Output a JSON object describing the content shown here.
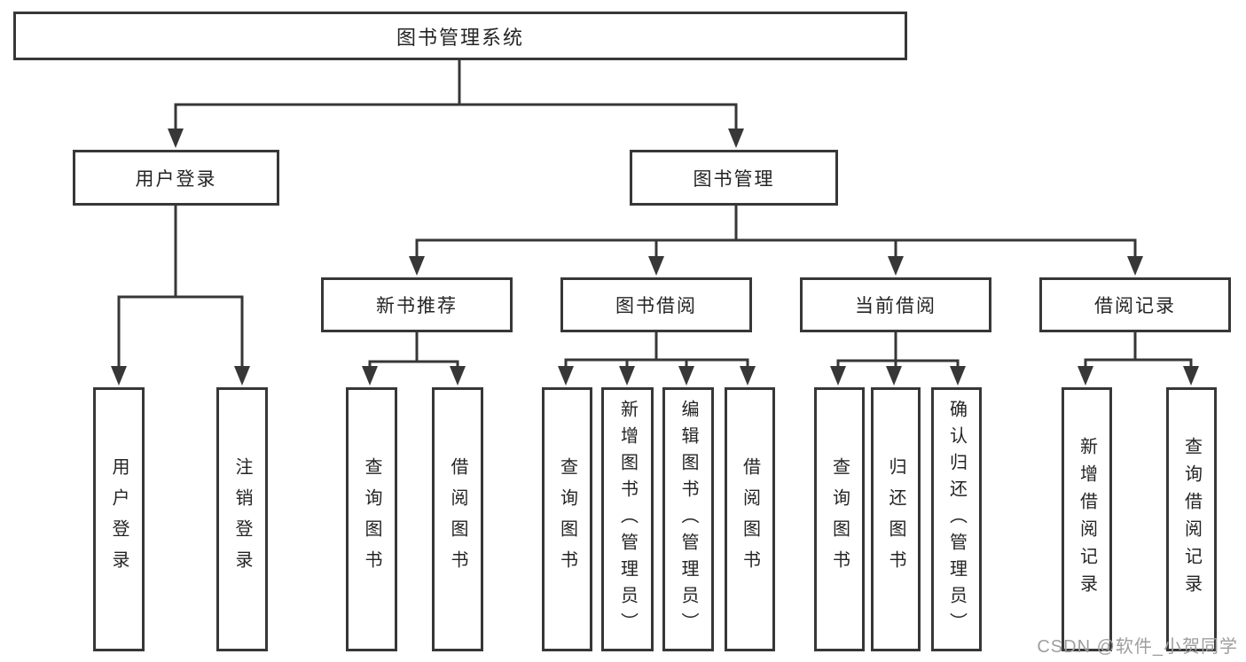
{
  "colors": {
    "line": "#373737",
    "node_border": "#373737",
    "node_text": "#242424",
    "watermark_text": "#9e9e9e",
    "background": "#ffffff"
  },
  "tree": {
    "root": {
      "label": "图书管理系统"
    },
    "children": [
      {
        "label": "用户登录",
        "children": [
          {
            "label": "用户登录"
          },
          {
            "label": "注销登录"
          }
        ]
      },
      {
        "label": "图书管理",
        "children": [
          {
            "label": "新书推荐",
            "children": [
              {
                "label": "查询图书"
              },
              {
                "label": "借阅图书"
              }
            ]
          },
          {
            "label": "图书借阅",
            "children": [
              {
                "label": "查询图书"
              },
              {
                "label": "新增图书（管理员）"
              },
              {
                "label": "编辑图书（管理员）"
              },
              {
                "label": "借阅图书"
              }
            ]
          },
          {
            "label": "当前借阅",
            "children": [
              {
                "label": "查询图书"
              },
              {
                "label": "归还图书"
              },
              {
                "label": "确认归还（管理员）"
              }
            ]
          },
          {
            "label": "借阅记录",
            "children": [
              {
                "label": "新增借阅记录"
              },
              {
                "label": "查询借阅记录"
              }
            ]
          }
        ]
      }
    ]
  },
  "watermark": {
    "text": "CSDN @软件_小贺同学"
  }
}
